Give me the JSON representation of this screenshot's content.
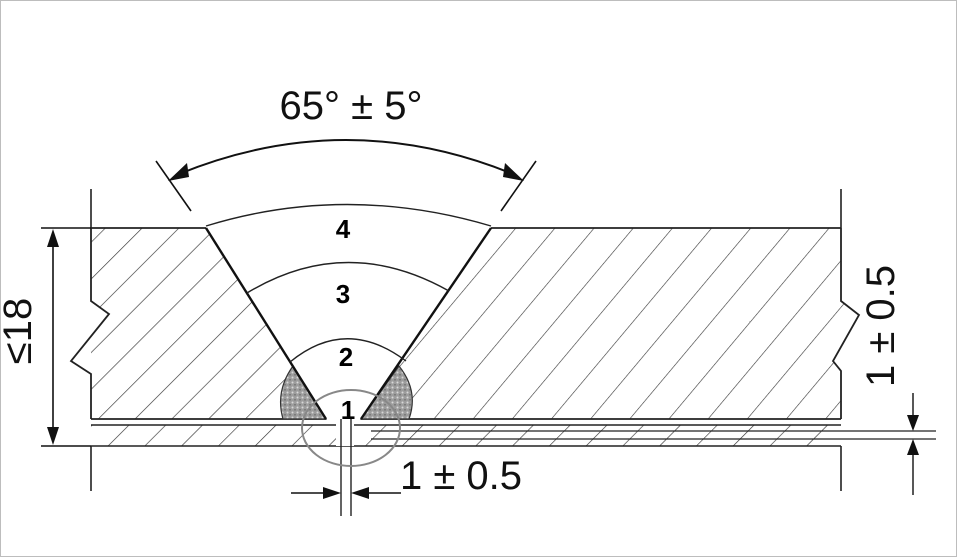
{
  "labels": {
    "bevel_angle": "65° ± 5°",
    "thickness": "≤18",
    "root_gap": "1 ± 0.5",
    "backing_gap": "1 ± 0.5"
  },
  "passes": [
    "1",
    "2",
    "3",
    "4"
  ]
}
